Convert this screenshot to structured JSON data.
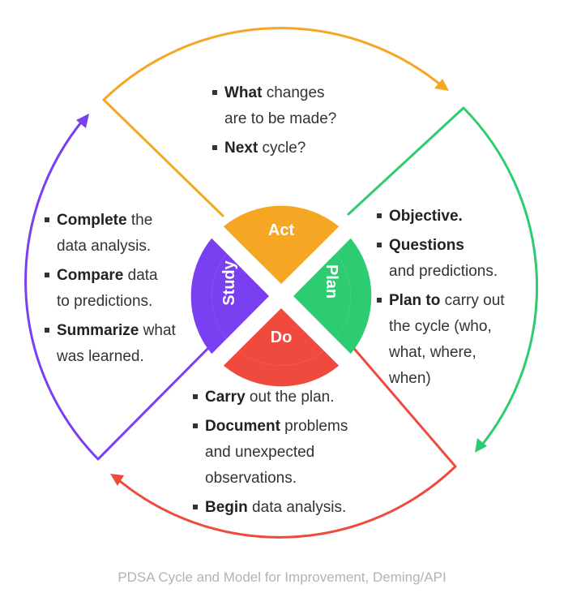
{
  "phases": {
    "act": {
      "label": "Act",
      "color": "#f5a623"
    },
    "plan": {
      "label": "Plan",
      "color": "#2ecc71"
    },
    "do": {
      "label": "Do",
      "color": "#f04a3e"
    },
    "study": {
      "label": "Study",
      "color": "#7b3ff2"
    }
  },
  "act_notes": [
    {
      "bold": "What",
      "rest": " changes",
      "cont": "are to be made?"
    },
    {
      "bold": "Next",
      "rest": " cycle?"
    }
  ],
  "study_notes": [
    {
      "bold": "Complete",
      "rest": " the",
      "cont": "data analysis."
    },
    {
      "bold": "Compare",
      "rest": " data",
      "cont": "to predictions."
    },
    {
      "bold": "Summarize",
      "rest": " what",
      "cont": "was learned."
    }
  ],
  "plan_notes": [
    {
      "bold": "Objective.",
      "rest": ""
    },
    {
      "bold": "Questions",
      "rest": "",
      "cont": "and predictions."
    },
    {
      "bold": "Plan to",
      "rest": " carry out",
      "cont": "the cycle (who,",
      "cont2": "what, where,",
      "cont3": "when)"
    }
  ],
  "do_notes": [
    {
      "bold": "Carry",
      "rest": " out the plan."
    },
    {
      "bold": "Document",
      "rest": " problems",
      "cont": "and unexpected",
      "cont2": "observations."
    },
    {
      "bold": "Begin",
      "rest": " data analysis."
    }
  ],
  "caption": "PDSA Cycle and Model for Improvement, Deming/API"
}
